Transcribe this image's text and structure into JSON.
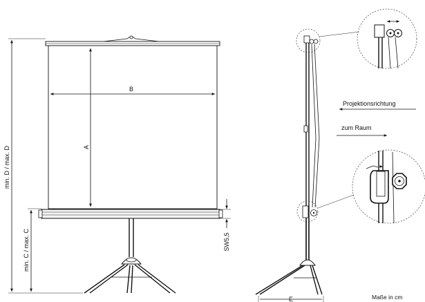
{
  "labels": {
    "dim_a": "A",
    "dim_b": "B",
    "dim_d": "min. D / max. D",
    "dim_c": "min. C / max. C",
    "sw": "SW5,5",
    "dim_e": "E",
    "projection_direction": "Projektionsrichtung",
    "to_room": "zum Raum",
    "units": "Maße in cm"
  }
}
